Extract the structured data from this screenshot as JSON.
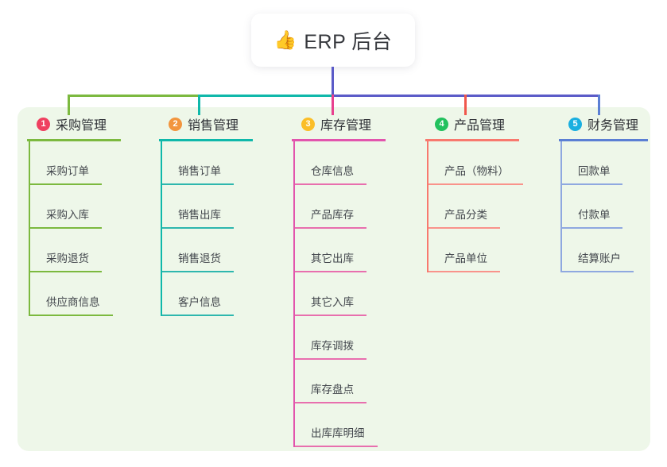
{
  "diagram": {
    "type": "mind-map",
    "background": "#ffffff",
    "panel_color": "#eef7e9",
    "root": {
      "emoji": "👍",
      "emoji_name": "thumbs-up-emoji",
      "title": "ERP 后台",
      "card_color": "#ffffff",
      "stem_color": "#5b5bc8"
    },
    "bus": {
      "segments": [
        {
          "name": "bus-green",
          "color": "#7cb93f"
        },
        {
          "name": "bus-teal",
          "color": "#0fb8aa"
        },
        {
          "name": "bus-indigo",
          "color": "#5b5bc8"
        }
      ]
    },
    "branches": [
      {
        "index": "1",
        "title": "采购管理",
        "badge_color": "#ef4060",
        "line_color": "#7cb93f",
        "drop_color": "#7cb93f",
        "items": [
          "采购订单",
          "采购入库",
          "采购退货",
          "供应商信息"
        ]
      },
      {
        "index": "2",
        "title": "销售管理",
        "badge_color": "#f2953e",
        "line_color": "#0fb8aa",
        "drop_color": "#0fb8aa",
        "items": [
          "销售订单",
          "销售出库",
          "销售退货",
          "客户信息"
        ]
      },
      {
        "index": "3",
        "title": "库存管理",
        "badge_color": "#fbbe28",
        "line_color": "#e255ad",
        "drop_color": "#e8418f",
        "items": [
          "仓库信息",
          "产品库存",
          "其它出库",
          "其它入库",
          "库存调拨",
          "库存盘点",
          "出库库明细"
        ]
      },
      {
        "index": "4",
        "title": "产品管理",
        "badge_color": "#22c15e",
        "line_color": "#f8796e",
        "drop_color": "#f0574c",
        "items": [
          "产品（物料）",
          "产品分类",
          "产品单位"
        ]
      },
      {
        "index": "5",
        "title": "财务管理",
        "badge_color": "#1aafe0",
        "line_color": "#5b7fd4",
        "drop_color": "#5b7fd4",
        "items": [
          "回款单",
          "付款单",
          "结算账户"
        ]
      }
    ]
  }
}
